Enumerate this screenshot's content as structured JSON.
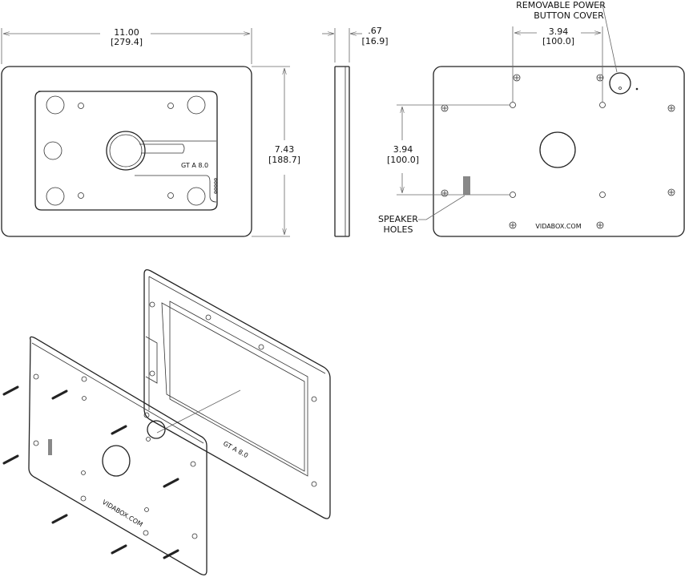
{
  "front_view": {
    "width_in": "11.00",
    "width_mm": "[279.4]",
    "height_in": "7.43",
    "height_mm": "[188.7]",
    "model_label": "GT A 8.0"
  },
  "side_view": {
    "depth_in": ".67",
    "depth_mm": "[16.9]"
  },
  "back_view": {
    "h_spacing_in": "3.94",
    "h_spacing_mm": "[100.0]",
    "v_spacing_in": "3.94",
    "v_spacing_mm": "[100.0]",
    "power_callout_1": "REMOVABLE POWER",
    "power_callout_2": "BUTTON COVER",
    "speaker_callout_1": "SPEAKER",
    "speaker_callout_2": "HOLES",
    "brand": "VIDABOX.COM"
  },
  "exploded_view": {
    "model_label": "GT A 8.0",
    "brand": "VIDABOX.COM"
  }
}
